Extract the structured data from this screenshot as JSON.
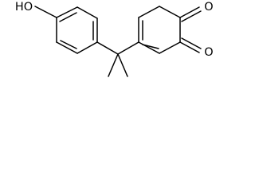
{
  "structure": {
    "atoms": {
      "hydroxyl": "HO",
      "carbonyl_top": "O",
      "carbonyl_bottom": "O"
    }
  }
}
